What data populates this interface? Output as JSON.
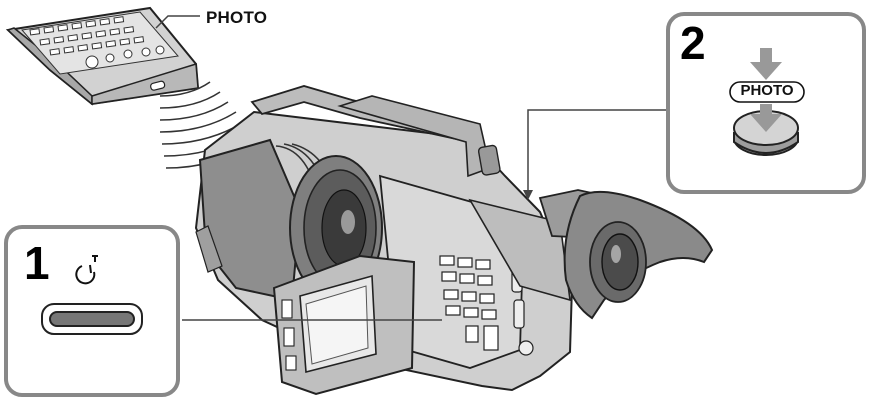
{
  "labels": {
    "remote_button": "PHOTO",
    "step1_number": "1",
    "step2_number": "2",
    "photo_button": "PHOTO"
  },
  "icons": {
    "self_timer": "self-timer-icon",
    "remote": "remote-control-icon",
    "camcorder": "camcorder-icon",
    "arrow": "down-arrow-icon"
  },
  "colors": {
    "panel_border": "#888888",
    "line": "#444444",
    "arrow": "#999999",
    "device": "#c9c9c9"
  }
}
